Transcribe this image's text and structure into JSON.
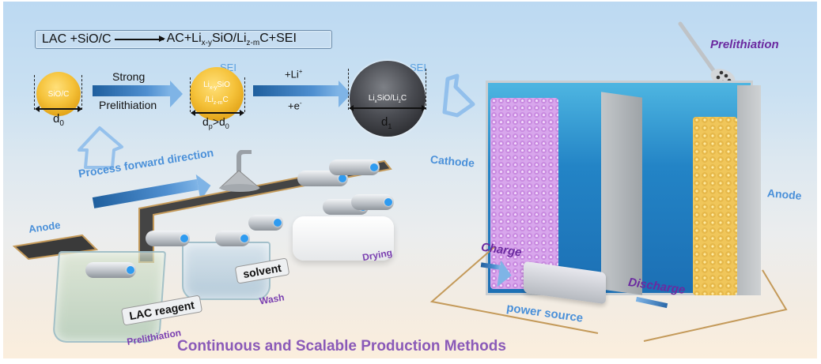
{
  "equation": {
    "left": "LAC +SiO/C",
    "right_parts": [
      "AC+Li",
      "x-y",
      "SiO/Li",
      "z-m",
      "C+SEI"
    ]
  },
  "particles": {
    "initial": {
      "label": "SiO/C",
      "diameter": "d",
      "diameter_sub": "0"
    },
    "step1_arrow": {
      "top": "Strong",
      "bottom": "Prelithiation"
    },
    "intermediate": {
      "sei": "SEI",
      "line1_a": "Li",
      "line1_sub": "x-y",
      "line1_b": "SiO",
      "line2_a": "/Li",
      "line2_sub": "z-m",
      "line2_b": "C",
      "diameter": "d",
      "diameter_sub": "p",
      "compare": ">d",
      "compare_sub": "0"
    },
    "step2_arrow": {
      "top": "+Li",
      "top_sup": "+",
      "bottom": "+e",
      "bottom_sup": "-"
    },
    "final": {
      "sei": "SEI",
      "a": "Li",
      "sub1": "x",
      "b": "SiO/Li",
      "sub2": "z",
      "c": "C",
      "diameter": "d",
      "diameter_sub": "1"
    }
  },
  "process": {
    "direction_label": "Process forward direction",
    "anode_label": "Anode",
    "baths": [
      {
        "stage": "Prelithiation",
        "tag": "LAC reagent"
      },
      {
        "stage": "Wash",
        "tag": "solvent"
      },
      {
        "stage": "Drying"
      }
    ]
  },
  "battery": {
    "prelithiation_label": "Prelithiation",
    "cathode_label": "Cathode",
    "anode_label": "Anode",
    "charge_label": "Charge",
    "discharge_label": "Discharge",
    "power_label": "power source"
  },
  "footer_title": "Continuous and Scalable Production Methods",
  "colors": {
    "blue_label": "#4a90d9",
    "purple_label": "#6b2aa0",
    "cathode": "#d9a4ec",
    "anode": "#f0c65a",
    "electrolyte": "#1f7fc4"
  }
}
